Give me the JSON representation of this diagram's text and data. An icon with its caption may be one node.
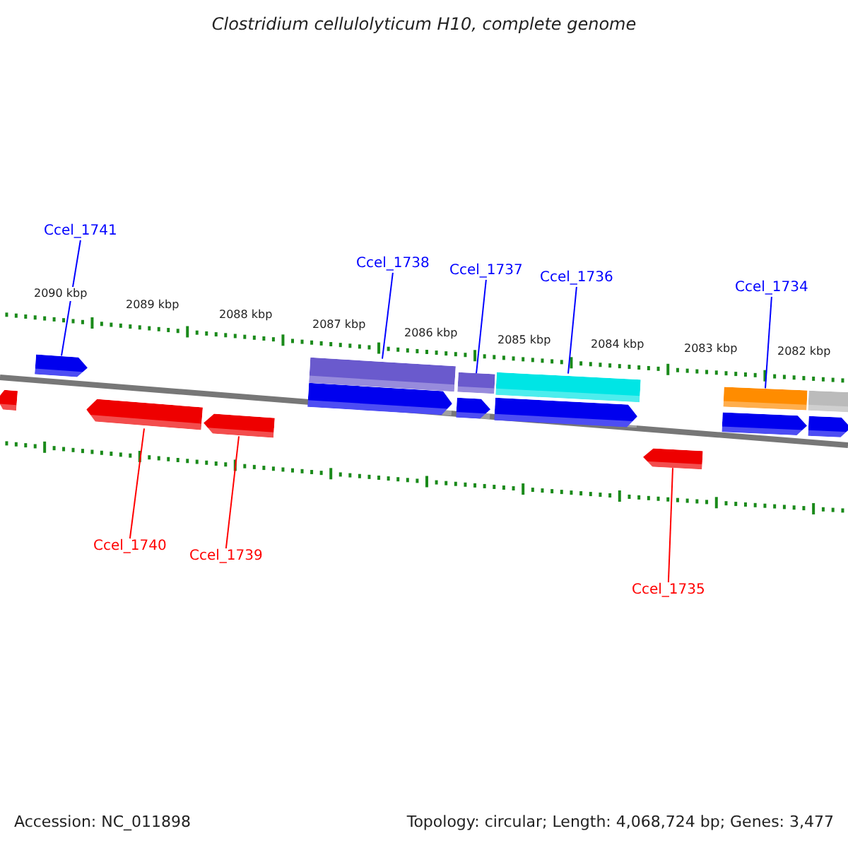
{
  "diagram": {
    "title": "Clostridium cellulolyticum H10, complete genome",
    "nodes": [
      {
        "text": [
          "Ccel_1741"
        ]
      },
      {
        "text": [
          "Ccel_1738"
        ]
      },
      {
        "text": [
          "Ccel_1737"
        ]
      },
      {
        "text": [
          "Ccel_1736"
        ]
      },
      {
        "text": [
          "Ccel_1734"
        ]
      },
      {
        "text": [],
        "shape": "arrow"
      },
      {
        "text": [],
        "shape": "bar"
      },
      {
        "text": [],
        "shape": "bar"
      },
      {
        "text": [],
        "shape": "bar"
      },
      {
        "text": [],
        "shape": "bar"
      },
      {
        "text": [],
        "shape": "bar"
      },
      {
        "text": [],
        "shape": "arrow"
      },
      {
        "text": [],
        "shape": "arrow"
      },
      {
        "text": [],
        "shape": "arrow"
      },
      {
        "text": [],
        "shape": "arrow"
      },
      {
        "text": [],
        "shape": "arrow"
      },
      {
        "text": [],
        "shape": "arrow"
      },
      {
        "text": [],
        "shape": "arrow"
      },
      {
        "text": [],
        "shape": "arrow"
      },
      {
        "text": [],
        "shape": "arrow"
      },
      {
        "text": [
          "Ccel_1740"
        ]
      },
      {
        "text": [
          "Ccel_1739"
        ]
      },
      {
        "text": [
          "Ccel_1735"
        ]
      }
    ],
    "edges": [
      {
        "from": 0,
        "to": 5,
        "arrow": "none"
      },
      {
        "from": 1,
        "to": 6,
        "arrow": "none"
      },
      {
        "from": 2,
        "to": 7,
        "arrow": "none"
      },
      {
        "from": 3,
        "to": 8,
        "arrow": "none"
      },
      {
        "from": 4,
        "to": 9,
        "arrow": "none"
      },
      {
        "from": 20,
        "to": 15,
        "arrow": "none",
        "color": "#ff0000"
      },
      {
        "from": 21,
        "to": 16,
        "arrow": "none",
        "color": "#ff0000"
      },
      {
        "from": 22,
        "to": 19,
        "arrow": "none",
        "color": "#ff0000"
      }
    ],
    "labels": [
      "2090 kbp",
      "2089 kbp",
      "2088 kbp",
      "2087 kbp",
      "2086 kbp",
      "2085 kbp",
      "2084 kbp",
      "2083 kbp",
      "2082 kbp",
      "Accession: NC_011898",
      "Topology: circular; Length: 4,068,724 bp; Genes: 3,477"
    ]
  }
}
